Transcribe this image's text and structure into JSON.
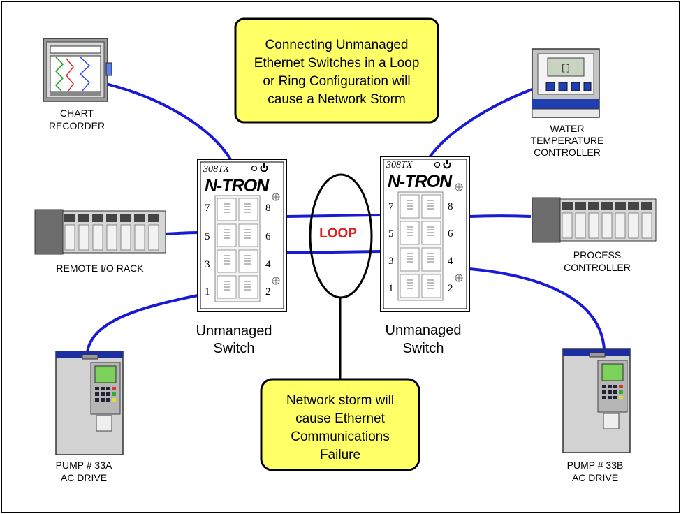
{
  "title": {
    "lines": [
      "Connecting Unmanaged",
      "Ethernet Switches in a Loop",
      "or Ring Configuration will",
      "cause a Network Storm"
    ]
  },
  "storm_note": {
    "lines": [
      "Network storm will",
      "cause Ethernet",
      "Communications",
      "Failure"
    ]
  },
  "loop_label": "LOOP",
  "switches": [
    {
      "model": "308TX",
      "brand": "N-TRON",
      "label_lines": [
        "Unmanaged",
        "Switch"
      ],
      "ports": [
        "7",
        "8",
        "5",
        "6",
        "3",
        "4",
        "1",
        "2"
      ]
    },
    {
      "model": "308TX",
      "brand": "N-TRON",
      "label_lines": [
        "Unmanaged",
        "Switch"
      ],
      "ports": [
        "7",
        "8",
        "5",
        "6",
        "3",
        "4",
        "1",
        "2"
      ]
    }
  ],
  "devices": {
    "chart_recorder": [
      "CHART",
      "RECORDER"
    ],
    "remote_io": [
      "REMOTE I/O RACK"
    ],
    "pump_a": [
      "PUMP # 33A",
      "AC DRIVE"
    ],
    "water_temp": [
      "WATER",
      "TEMPERATURE",
      "CONTROLLER"
    ],
    "process_controller": [
      "PROCESS",
      "CONTROLLER"
    ],
    "pump_b": [
      "PUMP # 33B",
      "AC DRIVE"
    ]
  },
  "colors": {
    "cable": "#1a1ad6",
    "callout_fill": "#ffff66",
    "loop_text": "#e02020",
    "frame": "#000000"
  }
}
